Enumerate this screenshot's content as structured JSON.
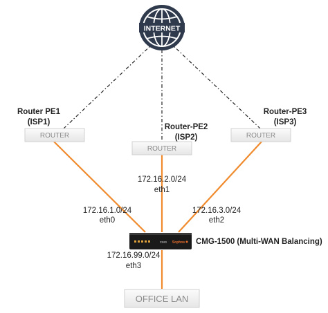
{
  "internet": {
    "label": "INTERNET"
  },
  "routers": [
    {
      "title_line1": "Router PE1",
      "title_line2": "(ISP1)",
      "box_label": "ROUTER",
      "subnet": "172.16.1.0/24",
      "iface": "eth0"
    },
    {
      "title_line1": "Router-PE2",
      "title_line2": "(ISP2)",
      "box_label": "ROUTER",
      "subnet": "172.16.2.0/24",
      "iface": "eth1"
    },
    {
      "title_line1": "Router-PE3",
      "title_line2": "(ISP3)",
      "box_label": "ROUTER",
      "subnet": "172.16.3.0/24",
      "iface": "eth2"
    }
  ],
  "device": {
    "name": "CMG-1500 (Multi-WAN Balancing)",
    "panel_text": "CMG",
    "brand_text": "Sophos"
  },
  "lan_link": {
    "subnet": "172.16.99.0/24",
    "iface": "eth3"
  },
  "office": {
    "label": "OFFICE LAN"
  },
  "colors": {
    "link": "#f08a2c",
    "dash": "#222222",
    "globe": "#2f3a4d",
    "device": "#1a1a1a"
  }
}
